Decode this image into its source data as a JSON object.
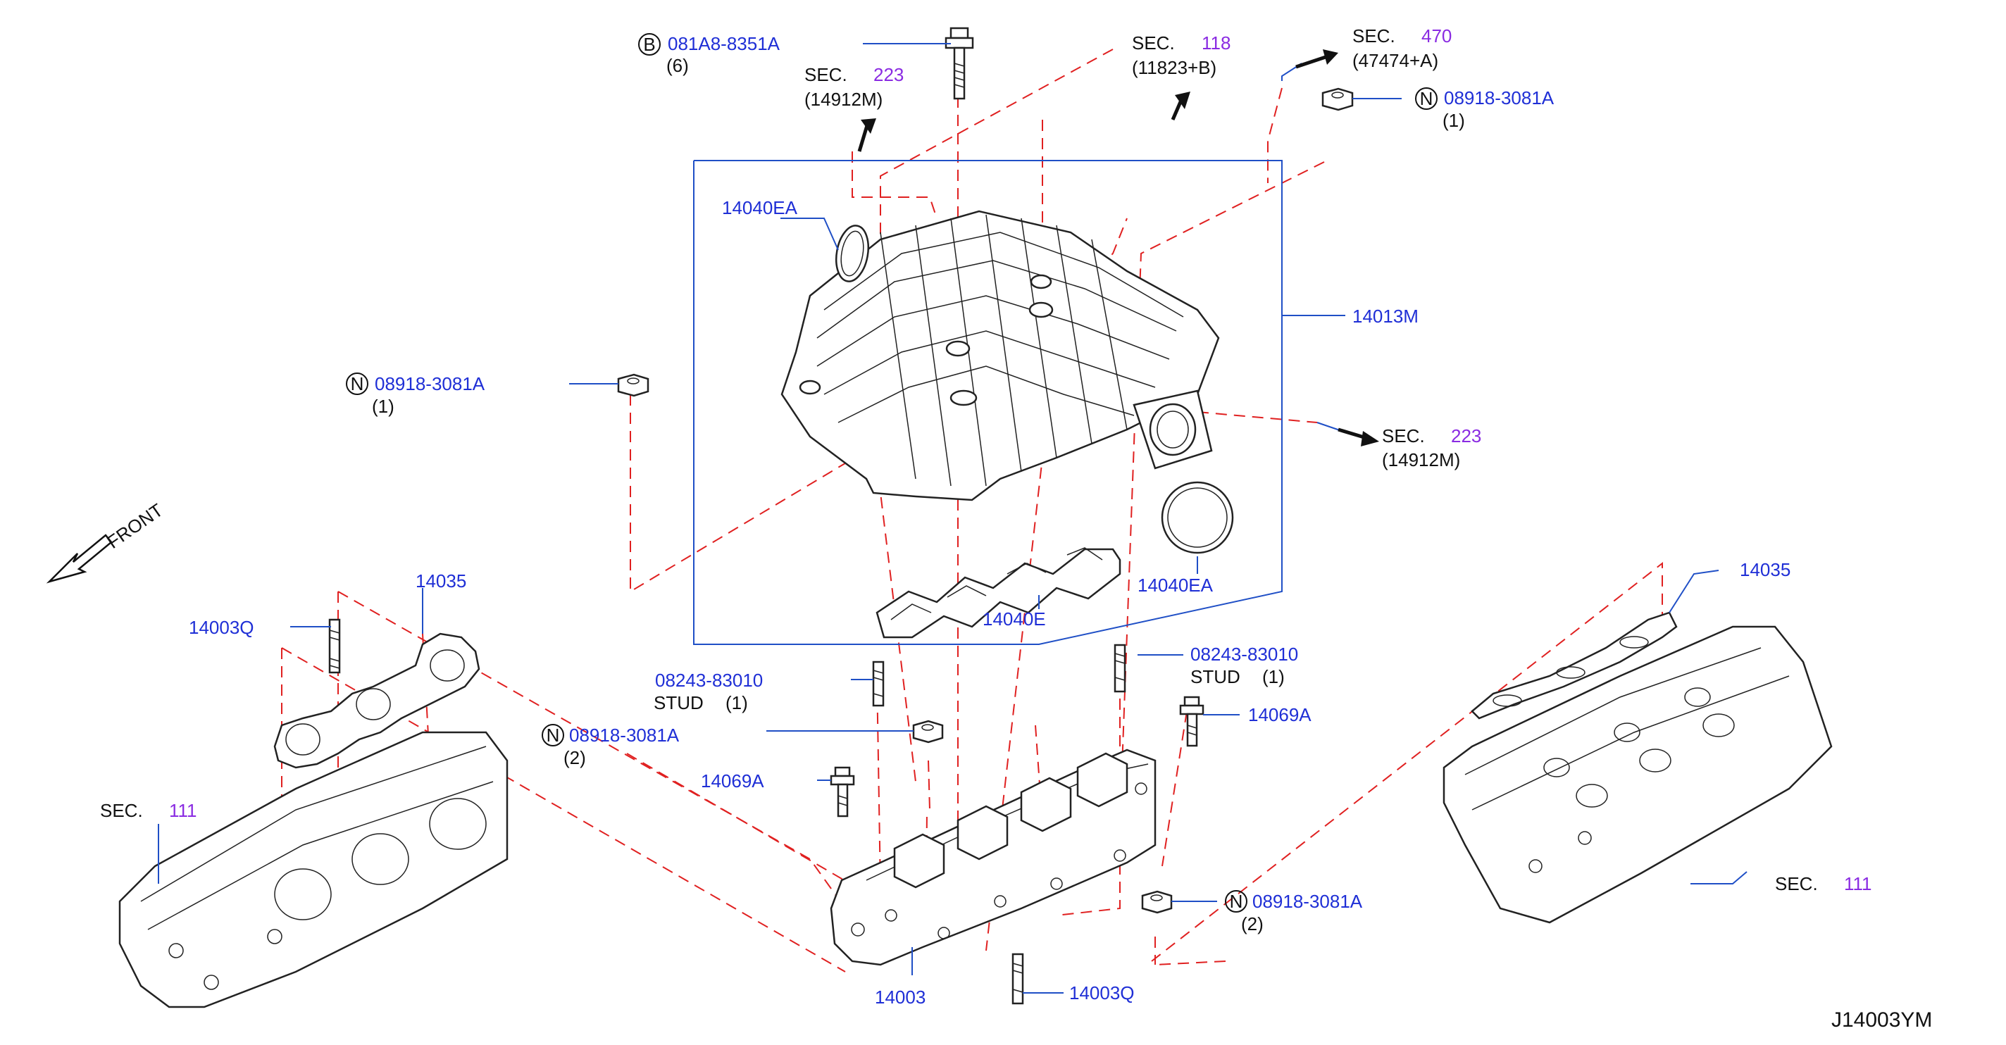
{
  "diagram_code": "J14003YM",
  "front": "FRONT",
  "labels": {
    "p_081A8": "081A8-8351A",
    "p_081A8_qty": "(6)",
    "p_081A8_mark": "B",
    "sec223_top": "SEC.",
    "sec223_top_num": "223",
    "sec223_top_sub": "(14912M)",
    "sec118": "SEC.",
    "sec118_num": "118",
    "sec118_sub": "(11823+B)",
    "sec470": "SEC.",
    "sec470_num": "470",
    "sec470_sub": "(47474+A)",
    "nut_tr": "08918-3081A",
    "nut_tr_qty": "(1)",
    "nut_l": "08918-3081A",
    "nut_l_qty": "(1)",
    "nut_mid": "08918-3081A",
    "nut_mid_qty": "(2)",
    "nut_br": "08918-3081A",
    "nut_br_qty": "(2)",
    "n_mark": "N",
    "p_14040EA_top": "14040EA",
    "p_14040EA_bot": "14040EA",
    "p_14013M": "14013M",
    "sec223_right": "SEC.",
    "sec223_right_num": "223",
    "sec223_right_sub": "(14912M)",
    "p_14040E": "14040E",
    "p_14035_l": "14035",
    "p_14003Q_l": "14003Q",
    "p_14003Q_b": "14003Q",
    "stud_l": "08243-83010",
    "stud_l_txt": "STUD",
    "stud_l_qty": "(1)",
    "stud_r": "08243-83010",
    "stud_r_txt": "STUD",
    "stud_r_qty": "(1)",
    "p_14069A_l": "14069A",
    "p_14069A_r": "14069A",
    "sec111_l": "SEC.",
    "sec111_l_num": "111",
    "sec111_r": "SEC.",
    "sec111_r_num": "111",
    "p_14035_r": "14035",
    "p_14003": "14003"
  },
  "colors": {
    "part_number": "#1f2fd6",
    "section_number": "#8a2be2",
    "phantom_line": "#e02020",
    "leader_line": "#1f4fc6"
  }
}
